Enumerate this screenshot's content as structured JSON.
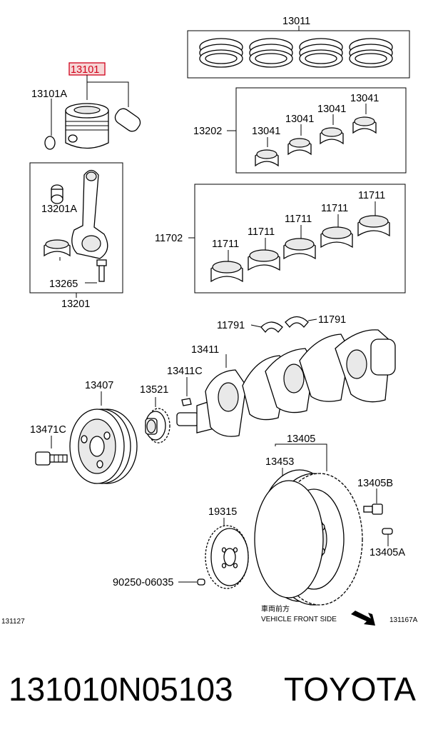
{
  "labels": {
    "l13011": "13011",
    "l13101": "13101",
    "l13101A": "13101A",
    "l13202": "13202",
    "l13041a": "13041",
    "l13041b": "13041",
    "l13041c": "13041",
    "l13041d": "13041",
    "l13201A": "13201A",
    "l13265": "13265",
    "l13201": "13201",
    "l11702": "11702",
    "l11711a": "11711",
    "l11711b": "11711",
    "l11711c": "11711",
    "l11711d": "11711",
    "l11711e": "11711",
    "l11791a": "11791",
    "l11791b": "11791",
    "l13411": "13411",
    "l13411C": "13411C",
    "l13407": "13407",
    "l13521": "13521",
    "l13471C": "13471C",
    "l13405": "13405",
    "l13453": "13453",
    "l13405B": "13405B",
    "l19315": "19315",
    "l13405A": "13405A",
    "l90250": "90250-06035",
    "ref_left": "131127",
    "ref_right": "131167A",
    "front_jp": "車両前方",
    "front_en": "VEHICLE FRONT SIDE"
  },
  "highlight_color": "#d0021b",
  "caption": {
    "part_number": "131010N05103",
    "brand": "TOYOTA"
  }
}
